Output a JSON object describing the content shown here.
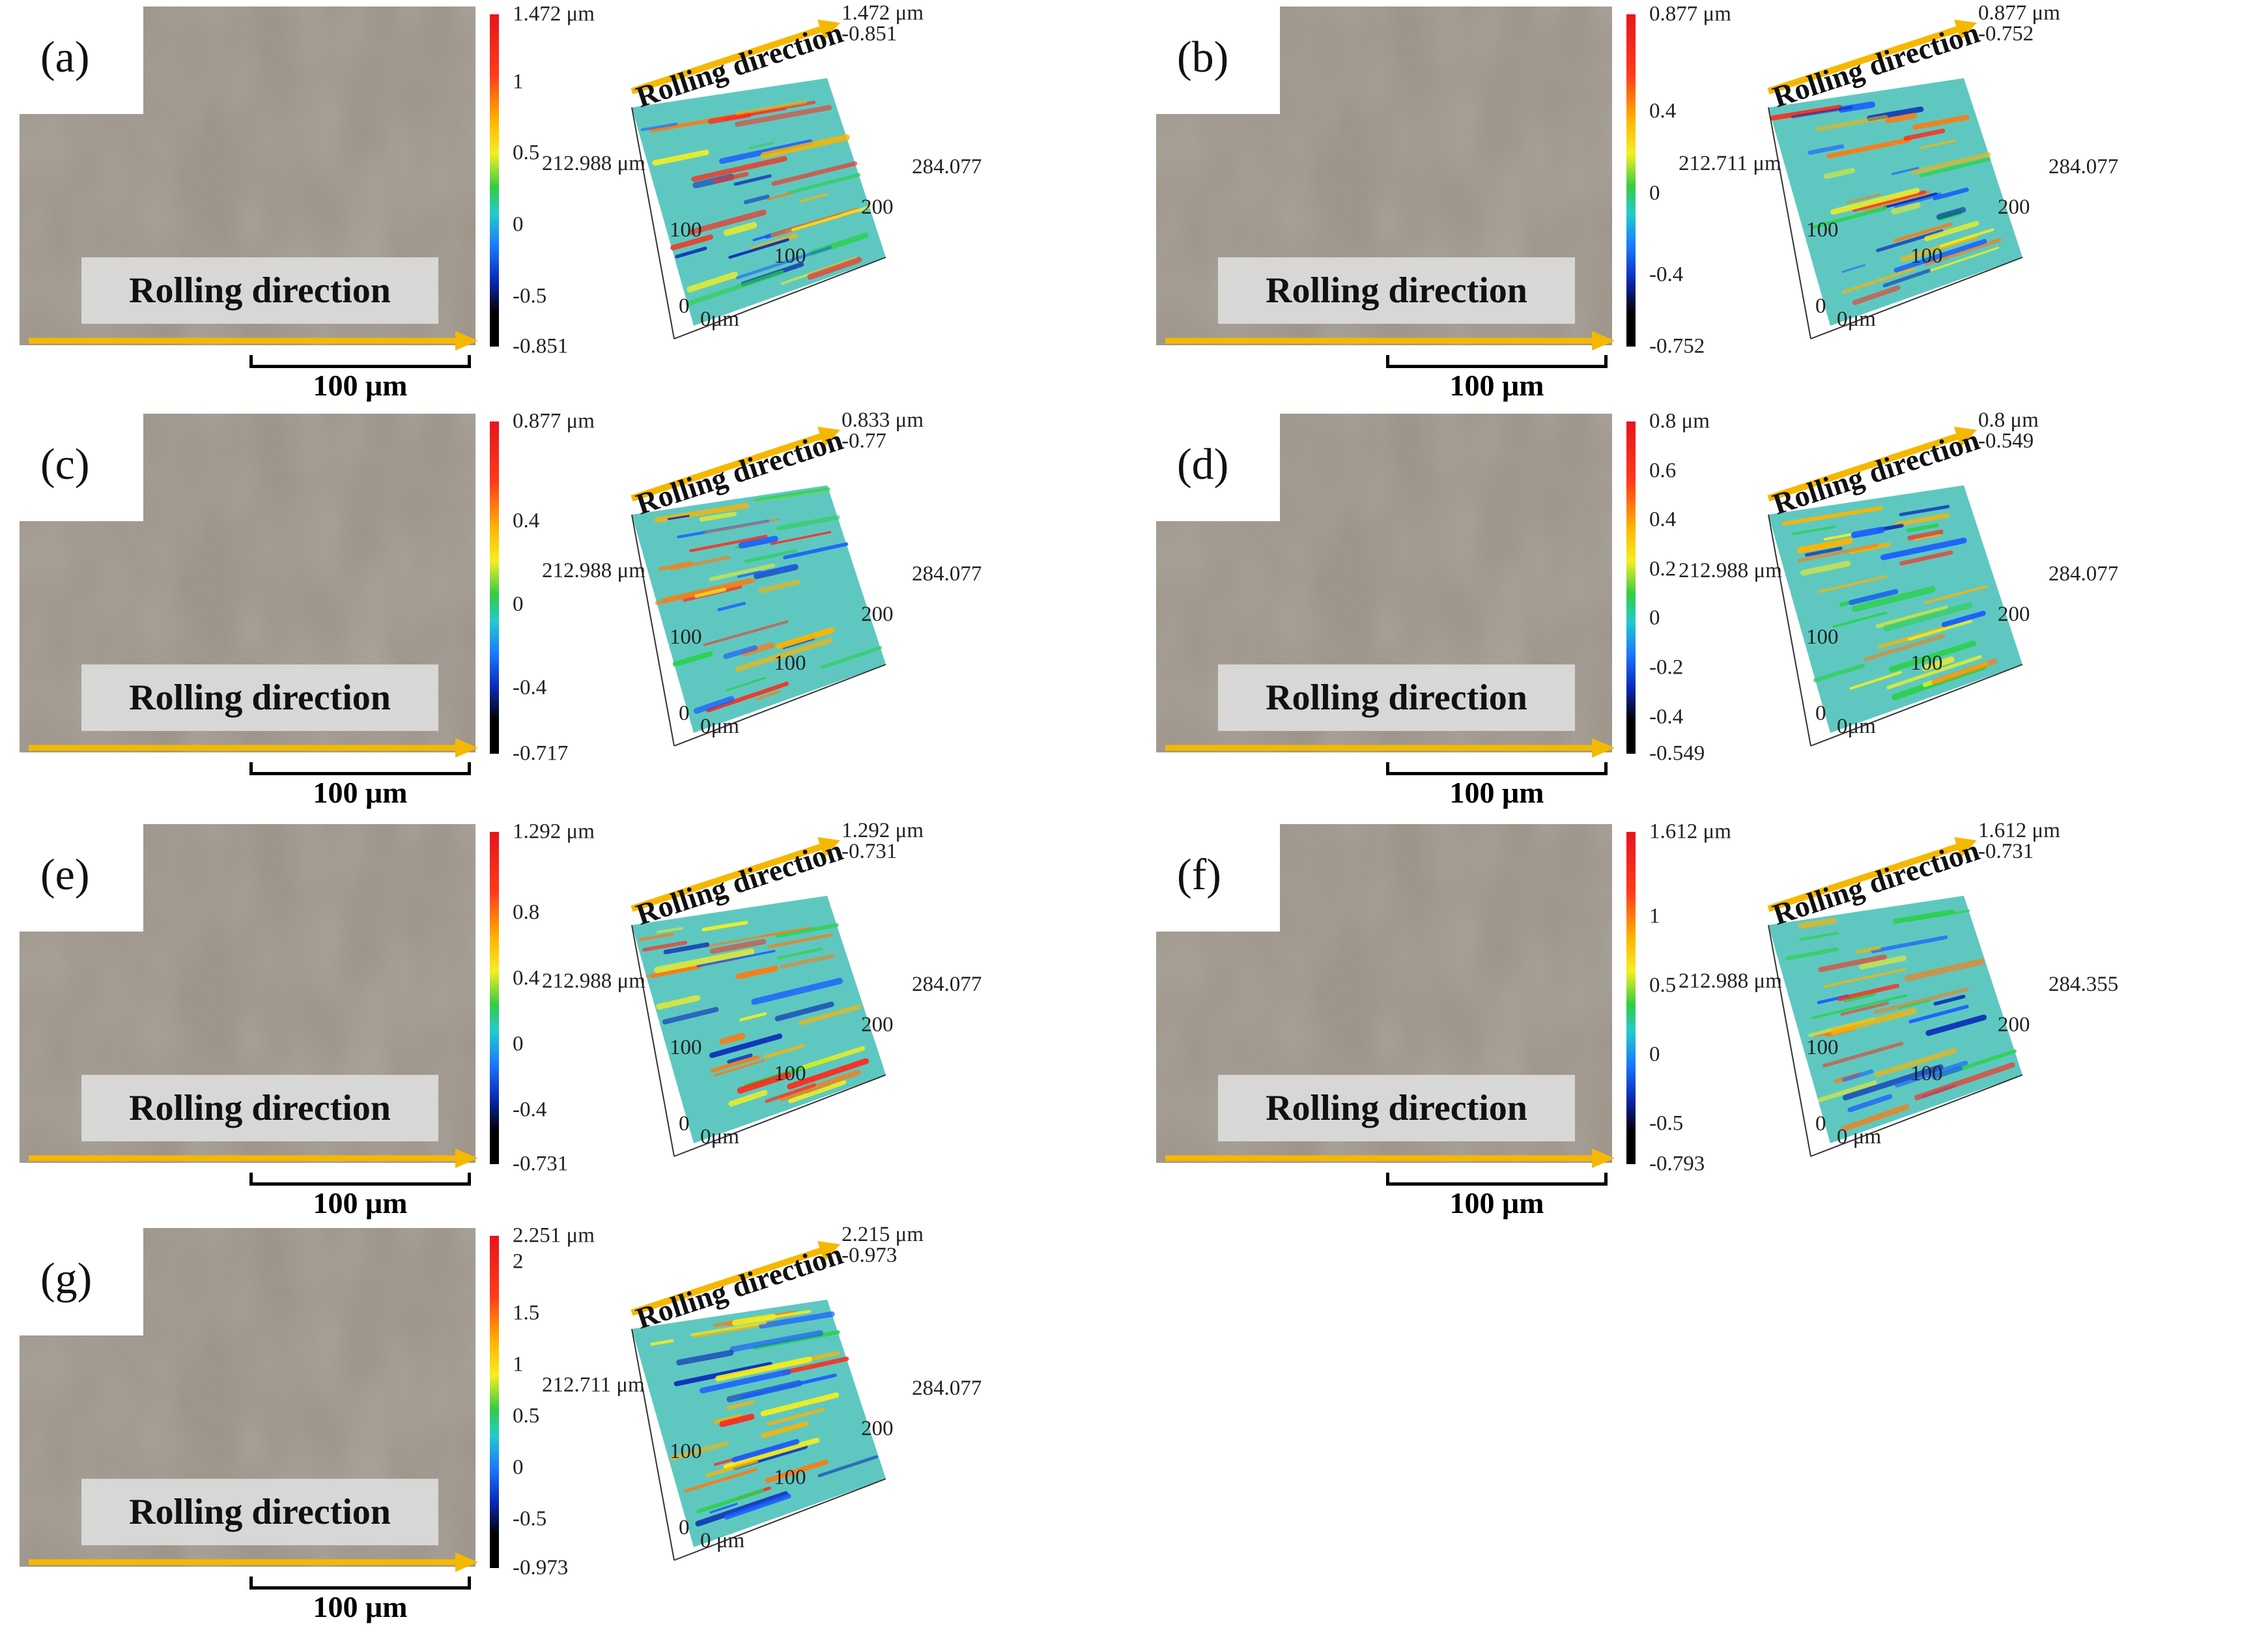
{
  "figure": {
    "rolling_direction_label": "Rolling direction",
    "scale_bar_label": "100 μm",
    "colors": {
      "arrow": "#f5b800",
      "surface_base": "#5ec8c0"
    },
    "panels": [
      {
        "id": "a",
        "letter": "(a)",
        "max_label": "1.472 μm",
        "min_label": "-0.851",
        "colorbar_ticks": [
          {
            "label": "1.472 μm",
            "value": 1.472
          },
          {
            "label": "1",
            "value": 1
          },
          {
            "label": "0.5",
            "value": 0.5
          },
          {
            "label": "0",
            "value": 0
          },
          {
            "label": "-0.5",
            "value": -0.5
          },
          {
            "label": "-0.851",
            "value": -0.851
          }
        ],
        "map_max": "1.472 μm",
        "map_min": "-0.851",
        "y_extent": "212.988 μm",
        "x_extent": "284.077",
        "y_tick": "100",
        "x_tick1": "100",
        "x_tick2": "200",
        "origin_y": "0",
        "origin_x": "0μm"
      },
      {
        "id": "b",
        "letter": "(b)",
        "max_label": "0.877 μm",
        "min_label": "-0.752",
        "colorbar_ticks": [
          {
            "label": "0.877 μm",
            "value": 0.877
          },
          {
            "label": "0.4",
            "value": 0.4
          },
          {
            "label": "0",
            "value": 0
          },
          {
            "label": "-0.4",
            "value": -0.4
          },
          {
            "label": "-0.752",
            "value": -0.752
          }
        ],
        "map_max": "0.877 μm",
        "map_min": "-0.752",
        "y_extent": "212.711 μm",
        "x_extent": "284.077",
        "y_tick": "100",
        "x_tick1": "100",
        "x_tick2": "200",
        "origin_y": "0",
        "origin_x": "0μm"
      },
      {
        "id": "c",
        "letter": "(c)",
        "max_label": "0.877 μm",
        "min_label": "-0.717",
        "colorbar_ticks": [
          {
            "label": "0.877 μm",
            "value": 0.877
          },
          {
            "label": "0.4",
            "value": 0.4
          },
          {
            "label": "0",
            "value": 0
          },
          {
            "label": "-0.4",
            "value": -0.4
          },
          {
            "label": "-0.717",
            "value": -0.717
          }
        ],
        "map_max": "0.833 μm",
        "map_min": "-0.77",
        "y_extent": "212.988 μm",
        "x_extent": "284.077",
        "y_tick": "100",
        "x_tick1": "100",
        "x_tick2": "200",
        "origin_y": "0",
        "origin_x": "0μm"
      },
      {
        "id": "d",
        "letter": "(d)",
        "max_label": "0.8 μm",
        "min_label": "-0.549",
        "colorbar_ticks": [
          {
            "label": "0.8 μm",
            "value": 0.8
          },
          {
            "label": "0.6",
            "value": 0.6
          },
          {
            "label": "0.4",
            "value": 0.4
          },
          {
            "label": "0.2",
            "value": 0.2
          },
          {
            "label": "0",
            "value": 0
          },
          {
            "label": "-0.2",
            "value": -0.2
          },
          {
            "label": "-0.4",
            "value": -0.4
          },
          {
            "label": "-0.549",
            "value": -0.549
          }
        ],
        "map_max": "0.8 μm",
        "map_min": "-0.549",
        "y_extent": "212.988 μm",
        "x_extent": "284.077",
        "y_tick": "100",
        "x_tick1": "100",
        "x_tick2": "200",
        "origin_y": "0",
        "origin_x": "0μm"
      },
      {
        "id": "e",
        "letter": "(e)",
        "max_label": "1.292 μm",
        "min_label": "-0.731",
        "colorbar_ticks": [
          {
            "label": "1.292 μm",
            "value": 1.292
          },
          {
            "label": "0.8",
            "value": 0.8
          },
          {
            "label": "0.4",
            "value": 0.4
          },
          {
            "label": "0",
            "value": 0
          },
          {
            "label": "-0.4",
            "value": -0.4
          },
          {
            "label": "-0.731",
            "value": -0.731
          }
        ],
        "map_max": "1.292 μm",
        "map_min": "-0.731",
        "y_extent": "212.988 μm",
        "x_extent": "284.077",
        "y_tick": "100",
        "x_tick1": "100",
        "x_tick2": "200",
        "origin_y": "0",
        "origin_x": "0μm"
      },
      {
        "id": "f",
        "letter": "(f)",
        "max_label": "1.612 μm",
        "min_label": "-0.793",
        "colorbar_ticks": [
          {
            "label": "1.612 μm",
            "value": 1.612
          },
          {
            "label": "1",
            "value": 1
          },
          {
            "label": "0.5",
            "value": 0.5
          },
          {
            "label": "0",
            "value": 0
          },
          {
            "label": "-0.5",
            "value": -0.5
          },
          {
            "label": "-0.793",
            "value": -0.793
          }
        ],
        "map_max": "1.612 μm",
        "map_min": "-0.731",
        "y_extent": "212.988 μm",
        "x_extent": "284.355",
        "y_tick": "100",
        "x_tick1": "100",
        "x_tick2": "200",
        "origin_y": "0",
        "origin_x": "0 μm"
      },
      {
        "id": "g",
        "letter": "(g)",
        "max_label": "2.251 μm",
        "min_label": "-0.973",
        "colorbar_ticks": [
          {
            "label": "2.251 μm",
            "value": 2.251
          },
          {
            "label": "2",
            "value": 2
          },
          {
            "label": "1.5",
            "value": 1.5
          },
          {
            "label": "1",
            "value": 1
          },
          {
            "label": "0.5",
            "value": 0.5
          },
          {
            "label": "0",
            "value": 0
          },
          {
            "label": "-0.5",
            "value": -0.5
          },
          {
            "label": "-0.973",
            "value": -0.973
          }
        ],
        "map_max": "2.215 μm",
        "map_min": "-0.973",
        "y_extent": "212.711 μm",
        "x_extent": "284.077",
        "y_tick": "100",
        "x_tick1": "100",
        "x_tick2": "200",
        "origin_y": "0",
        "origin_x": "0 μm"
      }
    ]
  }
}
